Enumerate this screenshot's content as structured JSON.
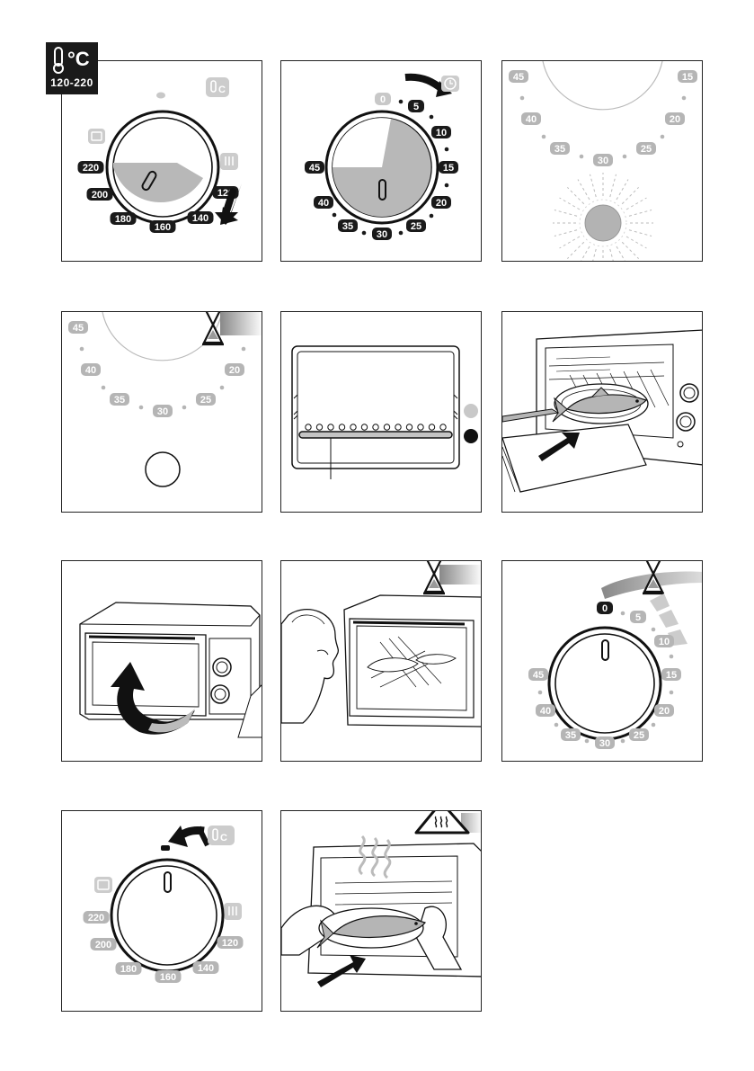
{
  "badge": {
    "icon": "thermometer-icon",
    "unit": "°C",
    "range": "120-220"
  },
  "temp_dial": {
    "labels": [
      "220",
      "200",
      "180",
      "160",
      "140",
      "120"
    ]
  },
  "timer_dial": {
    "labels": [
      "0",
      "5",
      "10",
      "15",
      "20",
      "25",
      "30",
      "35",
      "40",
      "45"
    ]
  },
  "timer_arc": {
    "labels": [
      "45",
      "40",
      "35",
      "30",
      "25",
      "20",
      "15"
    ]
  },
  "timer_arc_b": {
    "labels": [
      "45",
      "40",
      "35",
      "30",
      "25",
      "20"
    ]
  },
  "panel_icons": [
    "hourglass-icon",
    "clock-icon",
    "thermometer-icon",
    "heat-warning-icon"
  ],
  "colors": {
    "dark": "#1a1a1a",
    "grey": "#b5b5b5",
    "light_grey": "#d9d9d9",
    "fill": "#b8b8b8"
  }
}
